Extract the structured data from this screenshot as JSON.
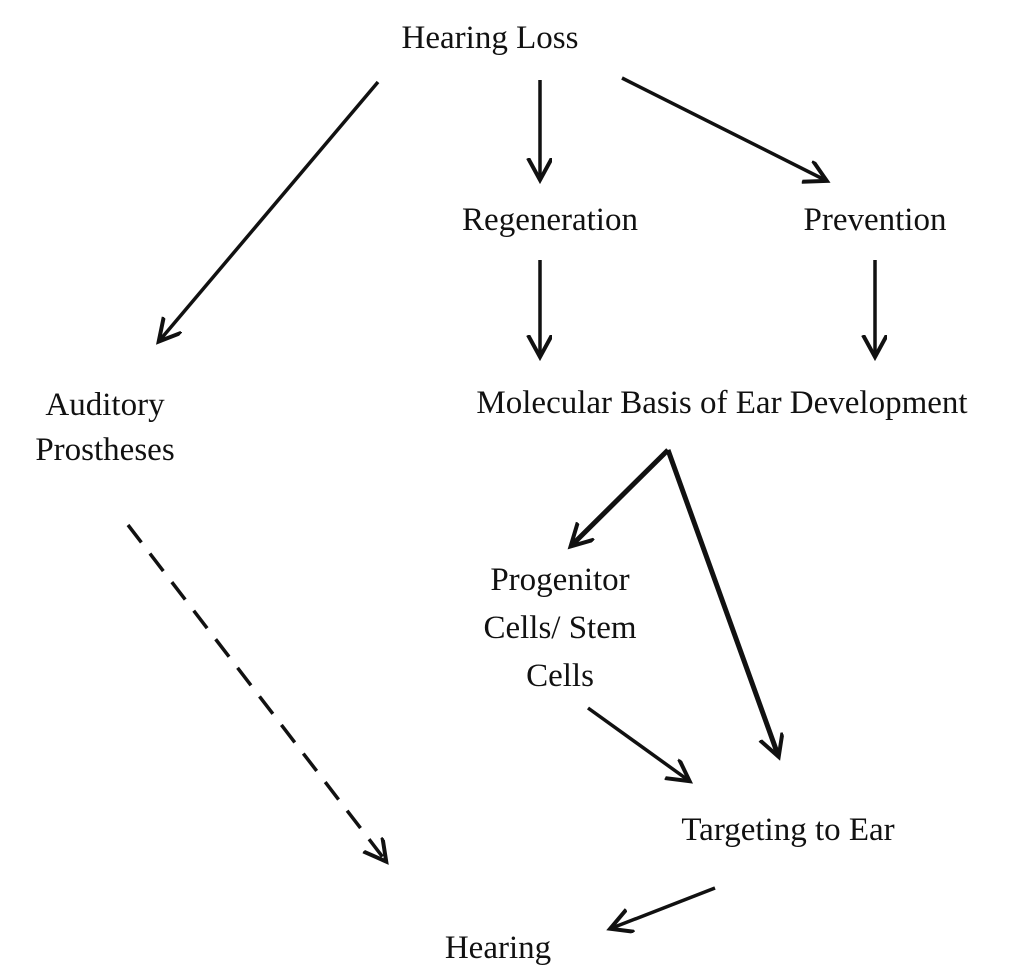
{
  "nodes": {
    "hearing_loss": "Hearing Loss",
    "regeneration": "Regeneration",
    "prevention": "Prevention",
    "auditory_prostheses": [
      "Auditory",
      "Prostheses"
    ],
    "molecular_basis": "Molecular Basis of Ear Development",
    "progenitor_cells": [
      "Progenitor",
      "Cells/ Stem",
      "Cells"
    ],
    "targeting": "Targeting to Ear",
    "hearing": "Hearing"
  },
  "edges": [
    {
      "from": "Hearing Loss",
      "to": "Auditory Prostheses",
      "style": "solid"
    },
    {
      "from": "Hearing Loss",
      "to": "Regeneration",
      "style": "solid"
    },
    {
      "from": "Hearing Loss",
      "to": "Prevention",
      "style": "solid"
    },
    {
      "from": "Regeneration",
      "to": "Molecular Basis of Ear Development",
      "style": "solid"
    },
    {
      "from": "Prevention",
      "to": "Molecular Basis of Ear Development",
      "style": "solid"
    },
    {
      "from": "Molecular Basis of Ear Development",
      "to": "Progenitor Cells/ Stem Cells",
      "style": "thick"
    },
    {
      "from": "Molecular Basis of Ear Development",
      "to": "Targeting to Ear",
      "style": "thick"
    },
    {
      "from": "Progenitor Cells/ Stem Cells",
      "to": "Targeting to Ear",
      "style": "solid"
    },
    {
      "from": "Auditory Prostheses",
      "to": "Hearing",
      "style": "dashed"
    },
    {
      "from": "Targeting to Ear",
      "to": "Hearing",
      "style": "solid"
    }
  ]
}
